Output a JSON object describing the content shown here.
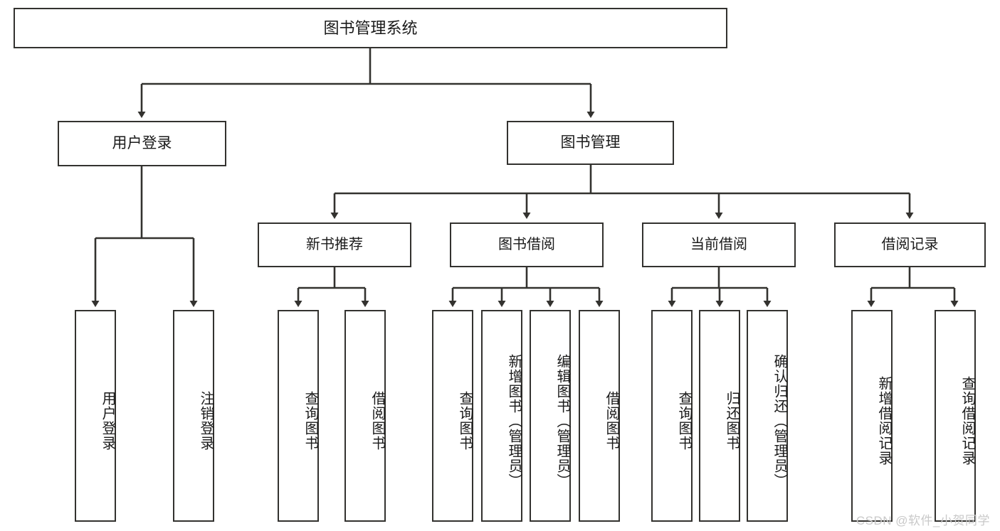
{
  "diagram": {
    "title": "图书管理系统",
    "type": "tree-hierarchy-chart",
    "root": {
      "label": "图书管理系统"
    },
    "level1": [
      {
        "label": "用户登录"
      },
      {
        "label": "图书管理"
      }
    ],
    "level2": [
      {
        "label": "新书推荐"
      },
      {
        "label": "图书借阅"
      },
      {
        "label": "当前借阅"
      },
      {
        "label": "借阅记录"
      }
    ],
    "leaves": {
      "user_login": [
        {
          "label": "用户登录"
        },
        {
          "label": "注销登录"
        }
      ],
      "new_book_recommend": [
        {
          "label": "查询图书"
        },
        {
          "label": "借阅图书"
        }
      ],
      "book_borrow": [
        {
          "label": "查询图书"
        },
        {
          "label": "新增图书（管理员）"
        },
        {
          "label": "编辑图书（管理员）"
        },
        {
          "label": "借阅图书"
        }
      ],
      "current_borrow": [
        {
          "label": "查询图书"
        },
        {
          "label": "归还图书"
        },
        {
          "label": "确认归还（管理员）"
        }
      ],
      "borrow_record": [
        {
          "label": "新增借阅记录"
        },
        {
          "label": "查询借阅记录"
        }
      ]
    }
  },
  "watermark": {
    "text": "CSDN @软件_小贺同学"
  },
  "colors": {
    "stroke": "#33322f",
    "fill": "#ffffff",
    "text": "#1a1a1a",
    "watermark": "#c9c9c9"
  }
}
